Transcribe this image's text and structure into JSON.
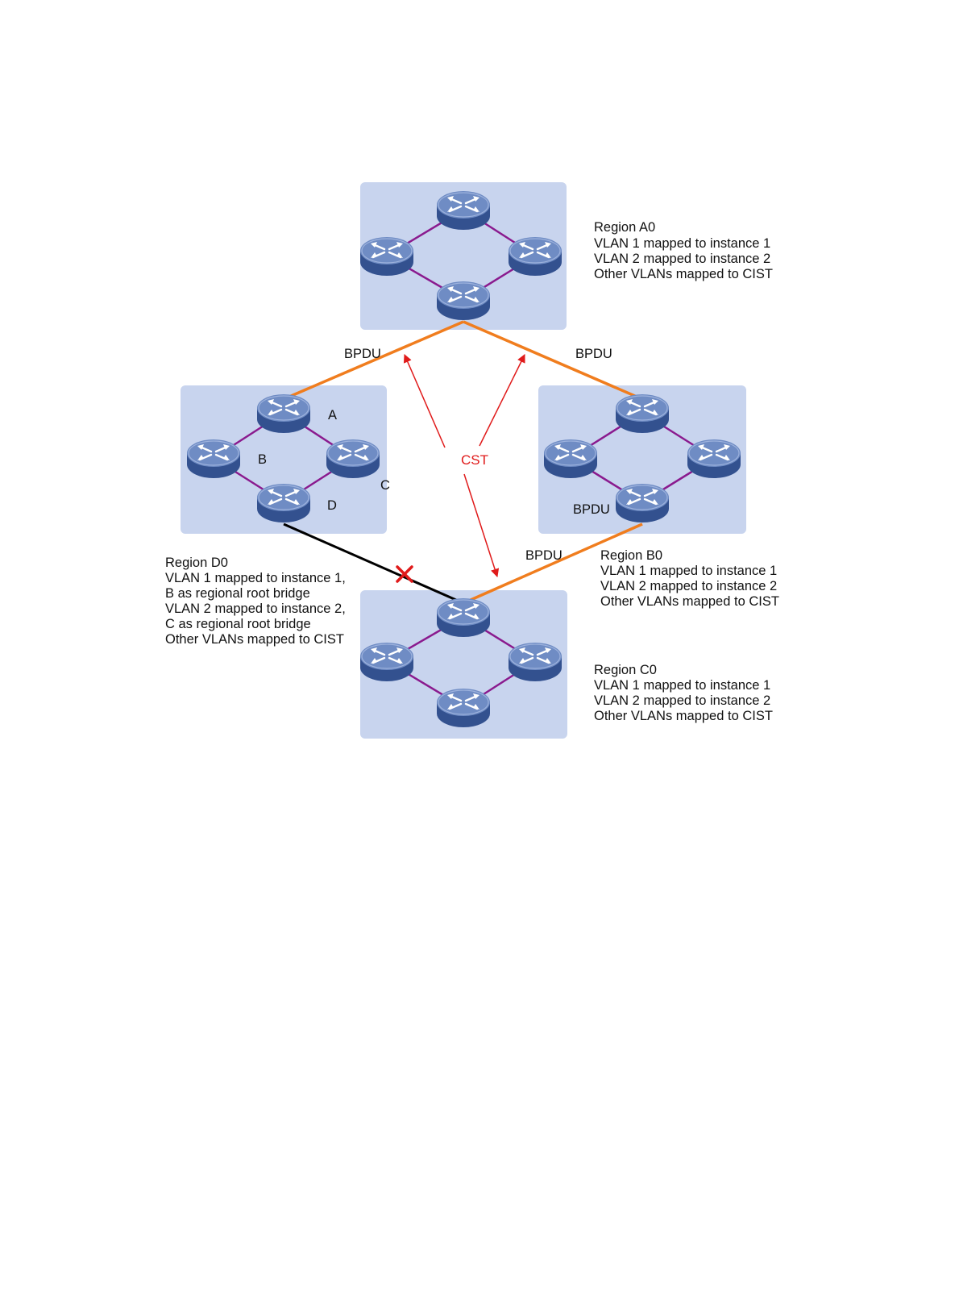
{
  "colors": {
    "region_fill": "#c8d4ee",
    "ring_link": "#8a1a8e",
    "bpdu_link": "#f07d1e",
    "blocked_link": "#000000",
    "cst": "#e01a1a",
    "switch_body": "#33518f",
    "switch_top": "#6f8cc4"
  },
  "icons": [
    "switch-icon",
    "blocked-link-icon",
    "arrow-icon"
  ],
  "labels": {
    "bpdu": "BPDU",
    "cst": "CST",
    "node_a": "A",
    "node_b": "B",
    "node_c": "C",
    "node_d": "D"
  },
  "regions": {
    "a0": {
      "lines": [
        "Region A0",
        "VLAN 1 mapped to instance 1",
        "VLAN 2 mapped to instance 2",
        "Other VLANs mapped to  CIST"
      ]
    },
    "b0": {
      "lines": [
        "Region B0",
        "VLAN 1 mapped to instance 1",
        "VLAN 2 mapped to instance 2",
        "Other VLANs mapped to  CIST"
      ]
    },
    "c0": {
      "lines": [
        "Region C0",
        "VLAN 1 mapped to instance 1",
        "VLAN 2 mapped to instance 2",
        "Other VLANs mapped to  CIST"
      ]
    },
    "d0": {
      "lines": [
        "Region D0",
        "VLAN 1 mapped to instance 1,",
        "B as regional root bridge",
        "VLAN 2 mapped to instance 2,",
        "C as regional root bridge",
        "Other VLANs mapped to  CIST"
      ]
    }
  }
}
